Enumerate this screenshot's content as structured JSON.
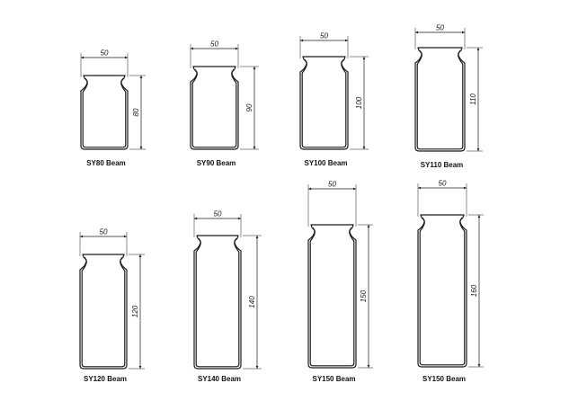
{
  "diagram": {
    "beams": [
      {
        "caption": "SY80 Beam",
        "width_label": "50",
        "height_label": "80"
      },
      {
        "caption": "SY90 Beam",
        "width_label": "50",
        "height_label": "90"
      },
      {
        "caption": "SY100 Beam",
        "width_label": "50",
        "height_label": "100"
      },
      {
        "caption": "SY110 Beam",
        "width_label": "50",
        "height_label": "110"
      },
      {
        "caption": "SY120 Beam",
        "width_label": "50",
        "height_label": "120"
      },
      {
        "caption": "SY140 Beam",
        "width_label": "50",
        "height_label": "140"
      },
      {
        "caption": "SY150 Beam",
        "width_label": "50",
        "height_label": "150"
      },
      {
        "caption": "SY150 Beam",
        "width_label": "50",
        "height_label": "160"
      }
    ]
  }
}
